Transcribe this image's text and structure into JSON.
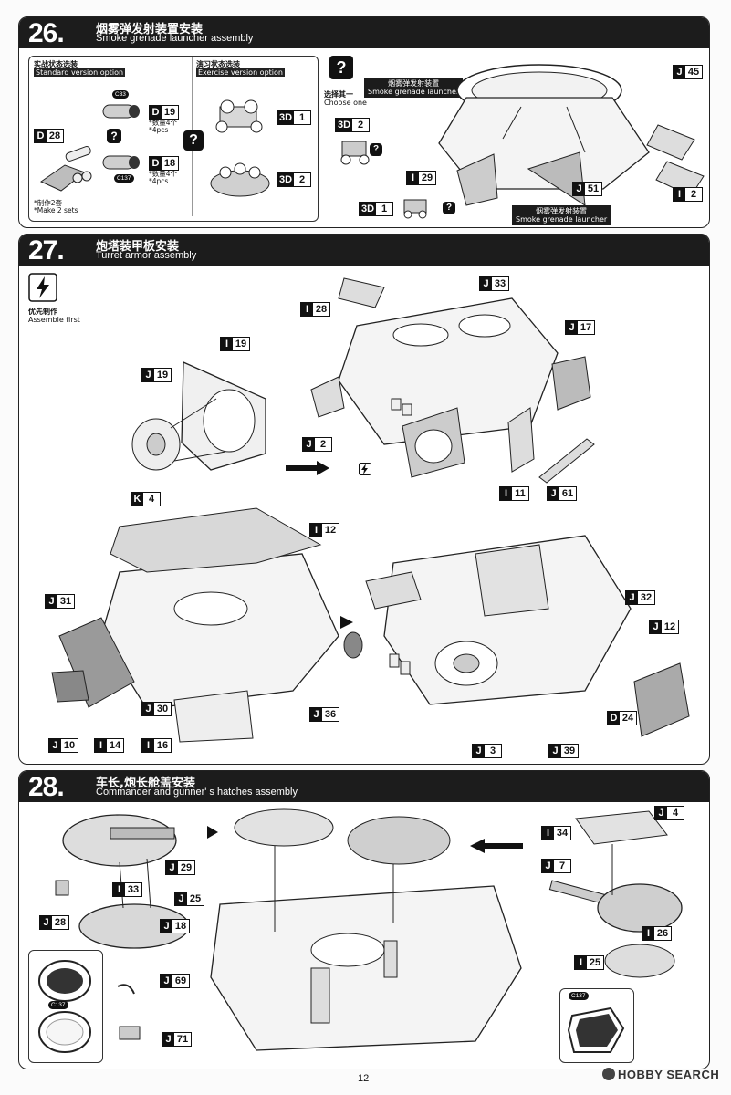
{
  "steps": [
    {
      "number": "26.",
      "title_zh": "烟雾弹发射装置安装",
      "title_en": "Smoke grenade launcher assembly"
    },
    {
      "number": "27.",
      "title_zh": "炮塔装甲板安装",
      "title_en": "Turret armor assembly"
    },
    {
      "number": "28.",
      "title_zh": "车长,炮长舱盖安装",
      "title_en": "Commander and gunner' s hatches assembly"
    }
  ],
  "step26": {
    "standard": {
      "zh": "实战状态选装",
      "en": "Standard version option"
    },
    "exercise": {
      "zh": "演习状态选装",
      "en": "Exercise version option"
    },
    "qty_note_1": {
      "zh": "*数量4个",
      "en": "*4pcs"
    },
    "qty_note_2": {
      "zh": "*数量4个",
      "en": "*4pcs"
    },
    "make_note": {
      "zh": "*制作2套",
      "en": "*Make 2 sets"
    },
    "choose": {
      "zh": "选择其一",
      "en": "Choose one"
    },
    "smoke_1": {
      "zh": "烟雾弹发射装置",
      "en": "Smoke grenade launcher"
    },
    "smoke_2": {
      "zh": "烟雾弹发射装置",
      "en": "Smoke grenade launcher"
    },
    "badges": {
      "c33": "C33",
      "c137": "C137"
    },
    "parts": [
      {
        "l": "D",
        "n": "19"
      },
      {
        "l": "D",
        "n": "18"
      },
      {
        "l": "D",
        "n": "28"
      },
      {
        "l": "3D",
        "n": "1"
      },
      {
        "l": "3D",
        "n": "2"
      },
      {
        "l": "3D",
        "n": "2"
      },
      {
        "l": "I",
        "n": "29"
      },
      {
        "l": "J",
        "n": "51"
      },
      {
        "l": "3D",
        "n": "1"
      },
      {
        "l": "J",
        "n": "45"
      },
      {
        "l": "I",
        "n": "2"
      }
    ]
  },
  "step27": {
    "assemble_first": {
      "zh": "优先制作",
      "en": "Assemble first"
    },
    "parts": [
      {
        "l": "I",
        "n": "19"
      },
      {
        "l": "J",
        "n": "19"
      },
      {
        "l": "I",
        "n": "28"
      },
      {
        "l": "J",
        "n": "33"
      },
      {
        "l": "J",
        "n": "17"
      },
      {
        "l": "J",
        "n": "2"
      },
      {
        "l": "I",
        "n": "11"
      },
      {
        "l": "J",
        "n": "61"
      },
      {
        "l": "K",
        "n": "4"
      },
      {
        "l": "I",
        "n": "12"
      },
      {
        "l": "J",
        "n": "31"
      },
      {
        "l": "J",
        "n": "30"
      },
      {
        "l": "J",
        "n": "36"
      },
      {
        "l": "J",
        "n": "10"
      },
      {
        "l": "I",
        "n": "14"
      },
      {
        "l": "I",
        "n": "16"
      },
      {
        "l": "J",
        "n": "32"
      },
      {
        "l": "J",
        "n": "12"
      },
      {
        "l": "D",
        "n": "24"
      },
      {
        "l": "J",
        "n": "3"
      },
      {
        "l": "J",
        "n": "39"
      }
    ]
  },
  "step28": {
    "badges": {
      "c137a": "C137",
      "c137b": "C137"
    },
    "parts": [
      {
        "l": "J",
        "n": "29"
      },
      {
        "l": "I",
        "n": "33"
      },
      {
        "l": "J",
        "n": "28"
      },
      {
        "l": "J",
        "n": "18"
      },
      {
        "l": "J",
        "n": "25"
      },
      {
        "l": "J",
        "n": "69"
      },
      {
        "l": "J",
        "n": "71"
      },
      {
        "l": "J",
        "n": "4"
      },
      {
        "l": "I",
        "n": "34"
      },
      {
        "l": "J",
        "n": "7"
      },
      {
        "l": "I",
        "n": "26"
      },
      {
        "l": "I",
        "n": "25"
      }
    ]
  },
  "footer": {
    "page_number": "12",
    "watermark": "HOBBY SEARCH"
  }
}
